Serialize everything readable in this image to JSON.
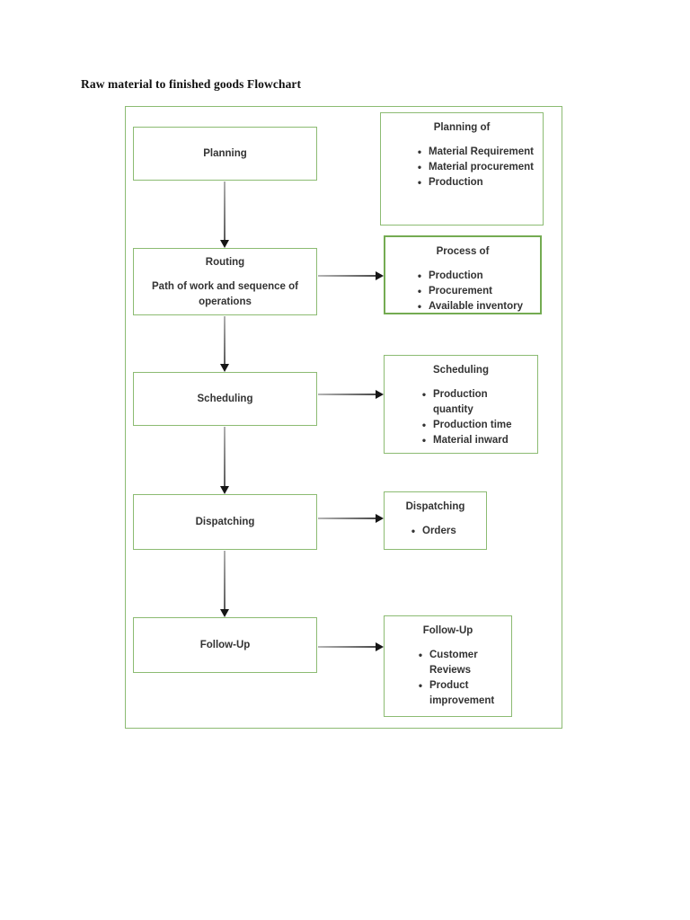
{
  "page": {
    "title": "Raw material to finished goods Flowchart"
  },
  "colors": {
    "box_border_green": "#8cbb72",
    "box_border_green_dark": "#74ab52",
    "text": "#333333",
    "arrow_line": "#8a8a8a",
    "arrow_head": "#161616",
    "background": "#ffffff"
  },
  "icons": {
    "bullet": "•"
  },
  "flowchart": {
    "stages": [
      {
        "label": "Planning",
        "sublabel": "",
        "detail": {
          "heading": "Planning of",
          "bullets": [
            "Material Requirement",
            "Material procurement",
            "Production"
          ]
        }
      },
      {
        "label": "Routing",
        "sublabel": "Path of work and sequence of operations",
        "detail": {
          "heading": "Process of",
          "bullets": [
            "Production",
            "Procurement",
            "Available inventory"
          ]
        }
      },
      {
        "label": "Scheduling",
        "sublabel": "",
        "detail": {
          "heading": "Scheduling",
          "bullets": [
            "Production quantity",
            "Production time",
            "Material inward"
          ]
        }
      },
      {
        "label": "Dispatching",
        "sublabel": "",
        "detail": {
          "heading": "Dispatching",
          "bullets": [
            "Orders"
          ]
        }
      },
      {
        "label": "Follow-Up",
        "sublabel": "",
        "detail": {
          "heading": "Follow-Up",
          "bullets": [
            "Customer Reviews",
            "Product improvement"
          ]
        }
      }
    ]
  }
}
